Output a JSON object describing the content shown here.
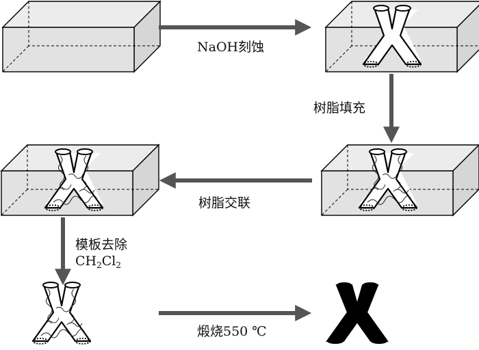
{
  "steps": {
    "etch": "NaOH刻蚀",
    "fill": "树脂填充",
    "crosslink": "树脂交联",
    "remove_line1": "模板去除",
    "remove_formula": {
      "a": "CH",
      "b": "2",
      "c": "Cl",
      "d": "2"
    },
    "calcine": "煅烧550 ℃"
  },
  "colors": {
    "block_face": "#e2e2e2",
    "arrow": "#555555",
    "outline": "#000000",
    "carbon": "#000000"
  }
}
